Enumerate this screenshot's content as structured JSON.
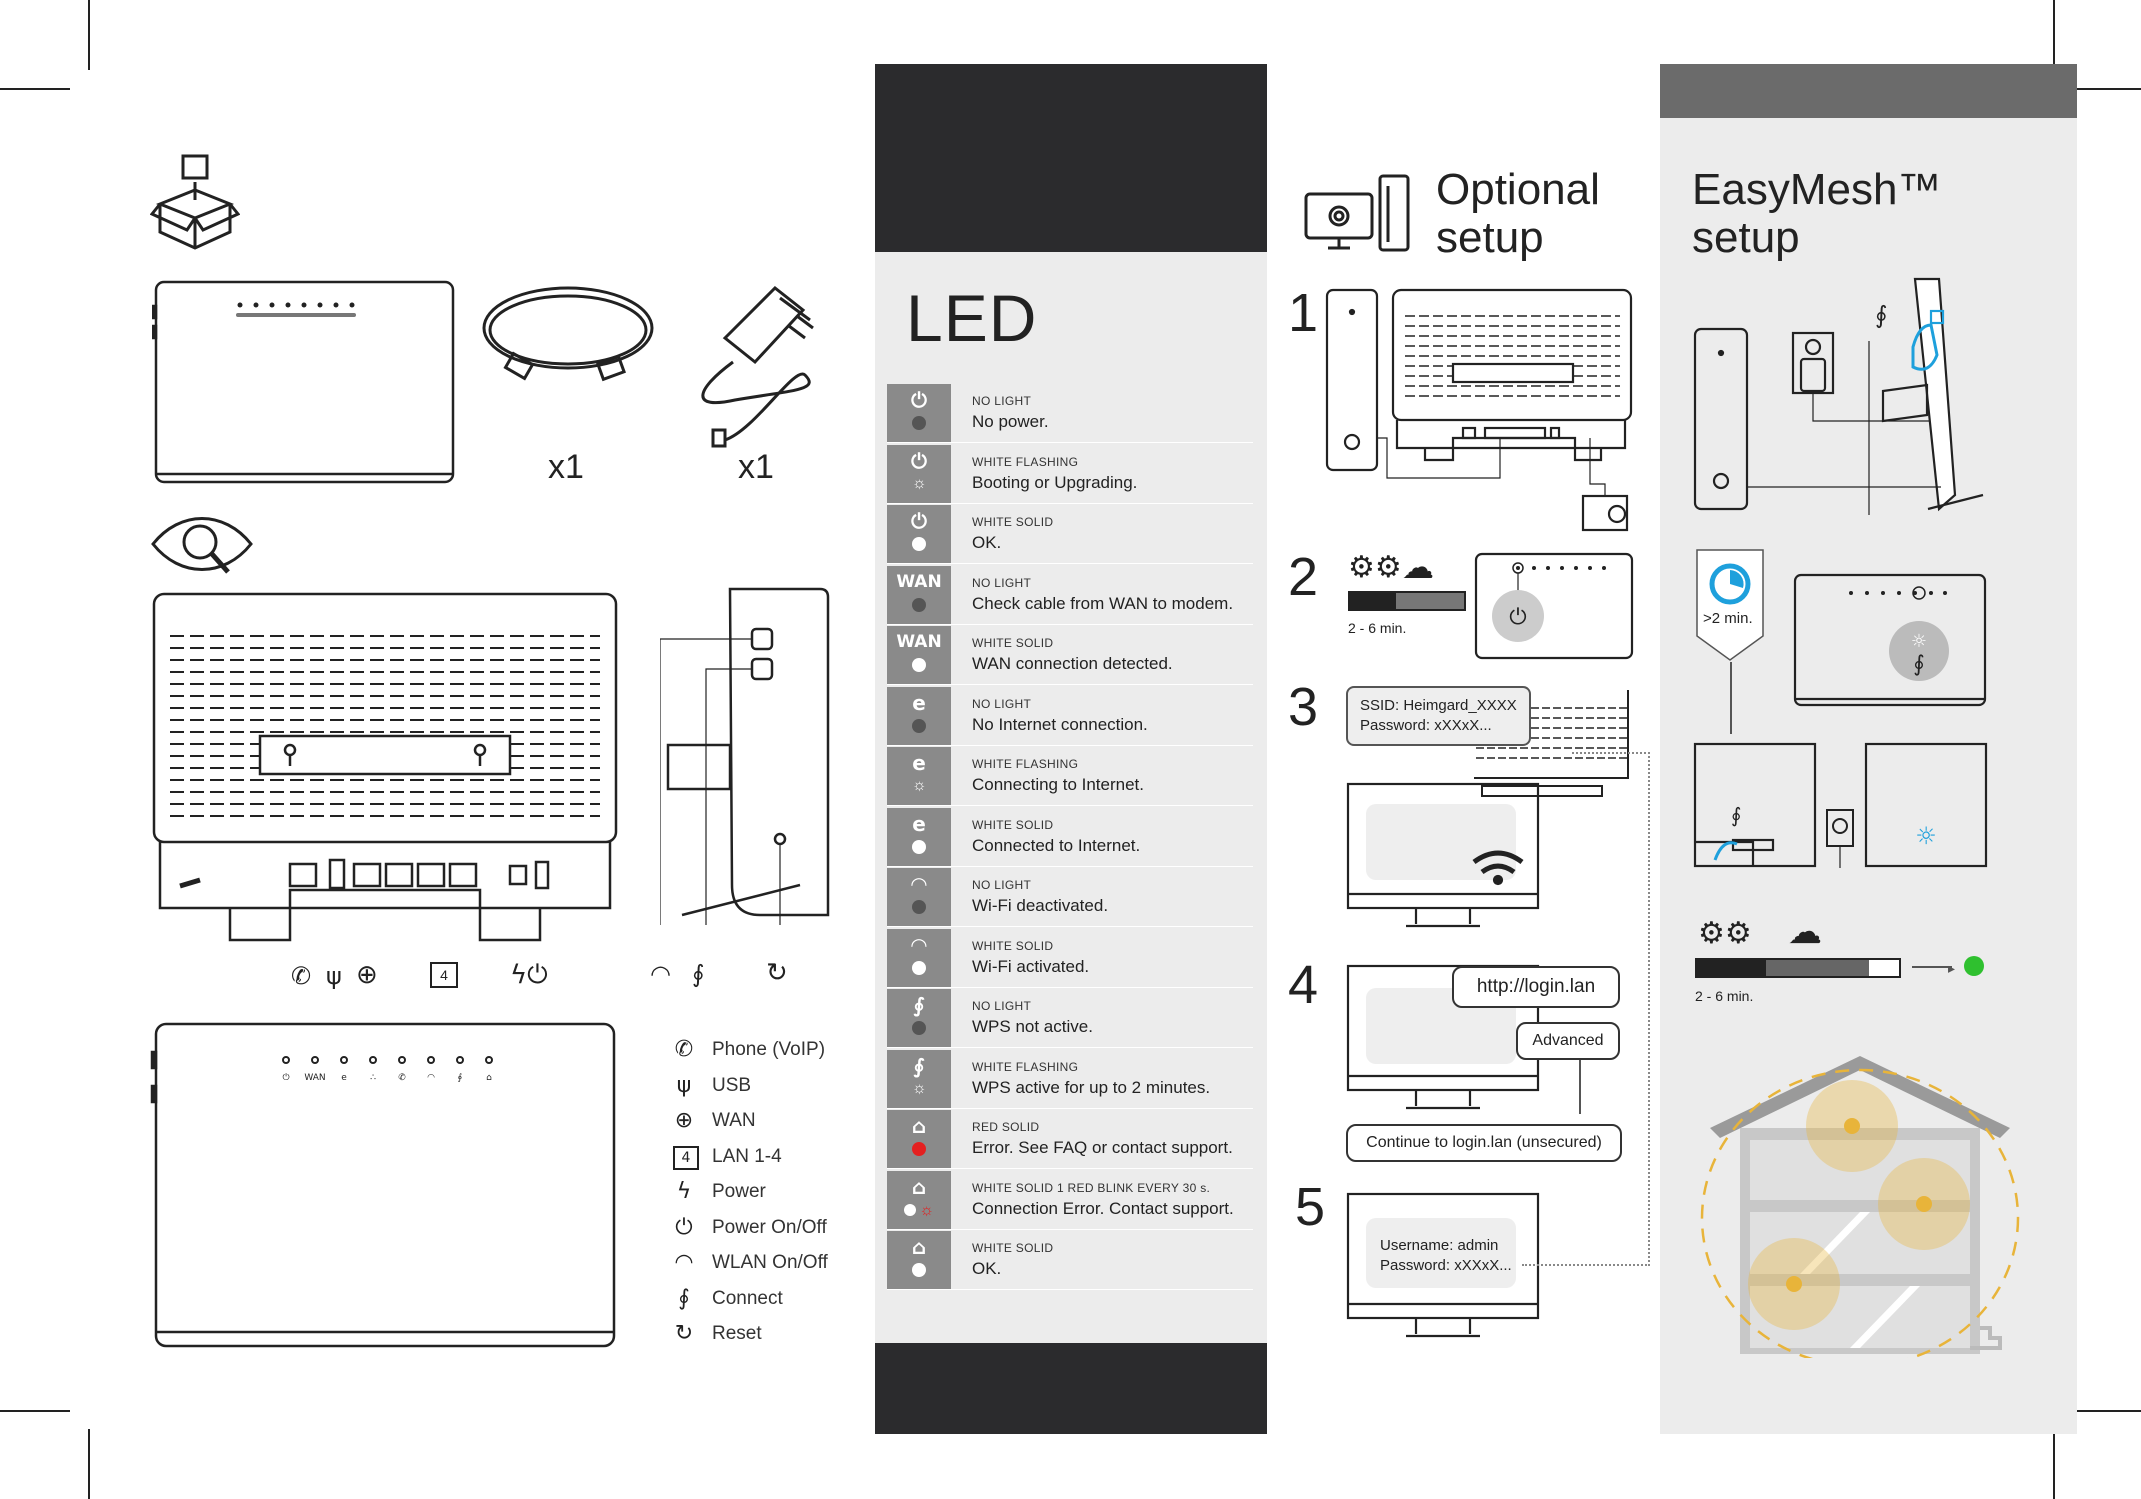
{
  "contents": {
    "router_qty": "",
    "cable_qty": "x1",
    "adapter_qty": "x1"
  },
  "legend": [
    {
      "icon": "phone-icon",
      "glyph": "✆",
      "label": "Phone (VoIP)"
    },
    {
      "icon": "usb-icon",
      "glyph": "ψ",
      "label": "USB"
    },
    {
      "icon": "globe-icon",
      "glyph": "⊕",
      "label": "WAN"
    },
    {
      "icon": "lan-icon",
      "glyph": "4",
      "label": "LAN 1-4"
    },
    {
      "icon": "power-bolt-icon",
      "glyph": "ϟ",
      "label": "Power"
    },
    {
      "icon": "power-button-icon",
      "glyph": "⏻",
      "label": "Power On/Off"
    },
    {
      "icon": "wifi-icon",
      "glyph": "◠",
      "label": "WLAN On/Off"
    },
    {
      "icon": "connect-icon",
      "glyph": "∮",
      "label": "Connect"
    },
    {
      "icon": "reset-icon",
      "glyph": "↻",
      "label": "Reset"
    }
  ],
  "led": {
    "title": "LED",
    "rows": [
      {
        "sym": "⏻",
        "dot": "#555555",
        "caption": "NO LIGHT",
        "desc": "No power."
      },
      {
        "sym": "⏻",
        "dot": "flash",
        "caption": "WHITE  FLASHING",
        "desc": "Booting or Upgrading."
      },
      {
        "sym": "⏻",
        "dot": "#ffffff",
        "caption": "WHITE  SOLID",
        "desc": "OK."
      },
      {
        "sym": "WAN",
        "dot": "#555555",
        "caption": "NO LIGHT",
        "desc": "Check cable from WAN to modem."
      },
      {
        "sym": "WAN",
        "dot": "#ffffff",
        "caption": "WHITE SOLID",
        "desc": "WAN connection detected."
      },
      {
        "sym": "e",
        "dot": "#555555",
        "caption": "NO LIGHT",
        "desc": "No Internet connection."
      },
      {
        "sym": "e",
        "dot": "flash",
        "caption": "WHITE FLASHING",
        "desc": "Connecting to Internet."
      },
      {
        "sym": "e",
        "dot": "#ffffff",
        "caption": "WHITE SOLID",
        "desc": "Connected to Internet."
      },
      {
        "sym": "◠",
        "dot": "#555555",
        "caption": "NO LIGHT",
        "desc": "Wi-Fi deactivated."
      },
      {
        "sym": "◠",
        "dot": "#ffffff",
        "caption": "WHITE SOLID",
        "desc": "Wi-Fi activated."
      },
      {
        "sym": "∮",
        "dot": "#555555",
        "caption": "NO LIGHT",
        "desc": "WPS not active."
      },
      {
        "sym": "∮",
        "dot": "flash",
        "caption": "WHITE FLASHING",
        "desc": "WPS active for up to 2 minutes."
      },
      {
        "sym": "⌂",
        "dot": "#e41f1f",
        "caption": "RED SOLID",
        "desc": "Error. See FAQ or contact support."
      },
      {
        "sym": "⌂",
        "dot": "redflash",
        "caption": "WHITE SOLID 1 RED BLINK EVERY 30 s.",
        "desc": "Connection Error. Contact support."
      },
      {
        "sym": "⌂",
        "dot": "#ffffff",
        "caption": "WHITE SOLID",
        "desc": "OK."
      }
    ]
  },
  "optional": {
    "title_line1": "Optional",
    "title_line2": "setup",
    "steps": [
      "1",
      "2",
      "3",
      "4",
      "5"
    ],
    "step2_time": "2 - 6 min.",
    "ssid_line": "SSID: Heimgard_XXXX",
    "password_line": "Password: xXXxX...",
    "url": "http://login.lan",
    "advanced": "Advanced",
    "continue": "Continue to login.lan (unsecured)",
    "username_line": "Username: admin",
    "password_line2": "Password: xXXxX..."
  },
  "mesh": {
    "title_line1": "EasyMesh™",
    "title_line2": "setup",
    "timer": ">2 min.",
    "time": "2 - 6 min.",
    "progress": 0.85
  },
  "colors": {
    "accent_blue": "#1ea0dc",
    "status_green": "#2fc02f",
    "error_red": "#e41f1f",
    "warm_yellow": "#e8b43a"
  }
}
